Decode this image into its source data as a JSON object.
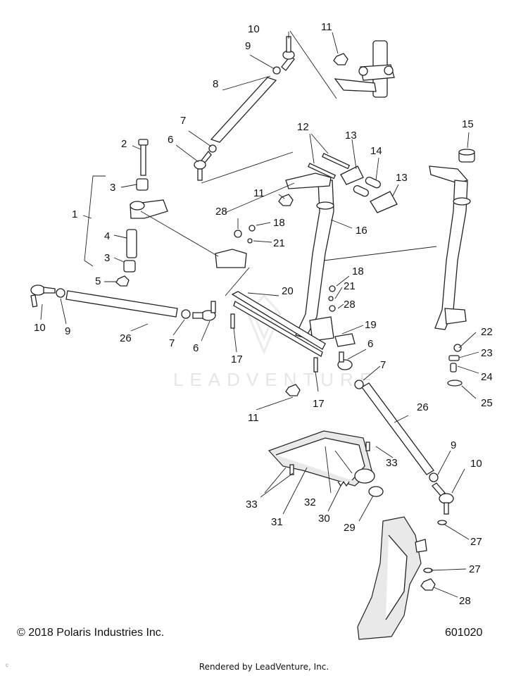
{
  "callouts": {
    "c1": "1",
    "c2": "2",
    "c3a": "3",
    "c3b": "3",
    "c4": "4",
    "c5": "5",
    "c6a": "6",
    "c6b": "6",
    "c6c": "6",
    "c7a": "7",
    "c7b": "7",
    "c7c": "7",
    "c8": "8",
    "c9a": "9",
    "c9b": "9",
    "c9c": "9",
    "c10a": "10",
    "c10b": "10",
    "c10c": "10",
    "c11a": "11",
    "c11b": "11",
    "c11c": "11",
    "c12": "12",
    "c13a": "13",
    "c13b": "13",
    "c14": "14",
    "c15": "15",
    "c16": "16",
    "c17a": "17",
    "c17b": "17",
    "c18a": "18",
    "c18b": "18",
    "c19": "19",
    "c20": "20",
    "c21a": "21",
    "c21b": "21",
    "c22": "22",
    "c23": "23",
    "c24": "24",
    "c25": "25",
    "c26a": "26",
    "c26b": "26",
    "c27a": "27",
    "c27b": "27",
    "c28a": "28",
    "c28b": "28",
    "c28c": "28",
    "c29": "29",
    "c30": "30",
    "c31": "31",
    "c32": "32",
    "c33a": "33",
    "c33b": "33"
  },
  "watermark_text": "LEADVENTURE",
  "copyright": "© 2018 Polaris Industries Inc.",
  "diagram_id": "601020",
  "rendered_by": "Rendered by LeadVenture, Inc.",
  "corner_mark": "c"
}
